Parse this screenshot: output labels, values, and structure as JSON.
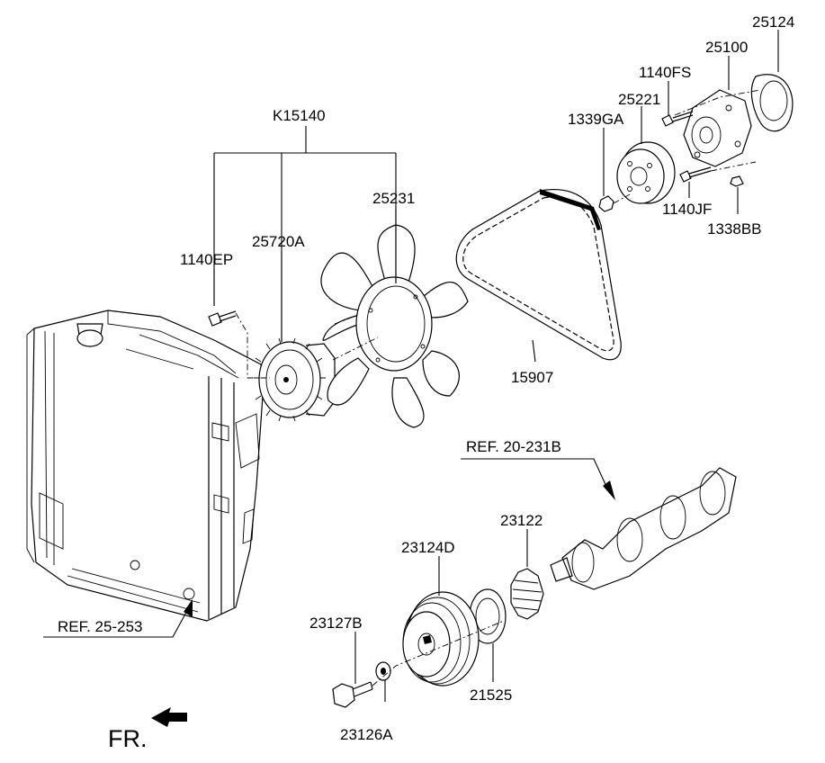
{
  "labels": {
    "k15140": "K15140",
    "p25231": "25231",
    "p25720a": "25720A",
    "p1140ep": "1140EP",
    "p15907": "15907",
    "p25124": "25124",
    "p25100": "25100",
    "p1140fs": "1140FS",
    "p25221": "25221",
    "p1339ga": "1339GA",
    "p1140jf": "1140JF",
    "p1338bb": "1338BB",
    "ref_20_231b": "REF. 20-231B",
    "ref_25_253": "REF. 25-253",
    "p23122": "23122",
    "p23124d": "23124D",
    "p23127b": "23127B",
    "p21525": "21525",
    "p23126a": "23126A",
    "fr": "FR."
  }
}
